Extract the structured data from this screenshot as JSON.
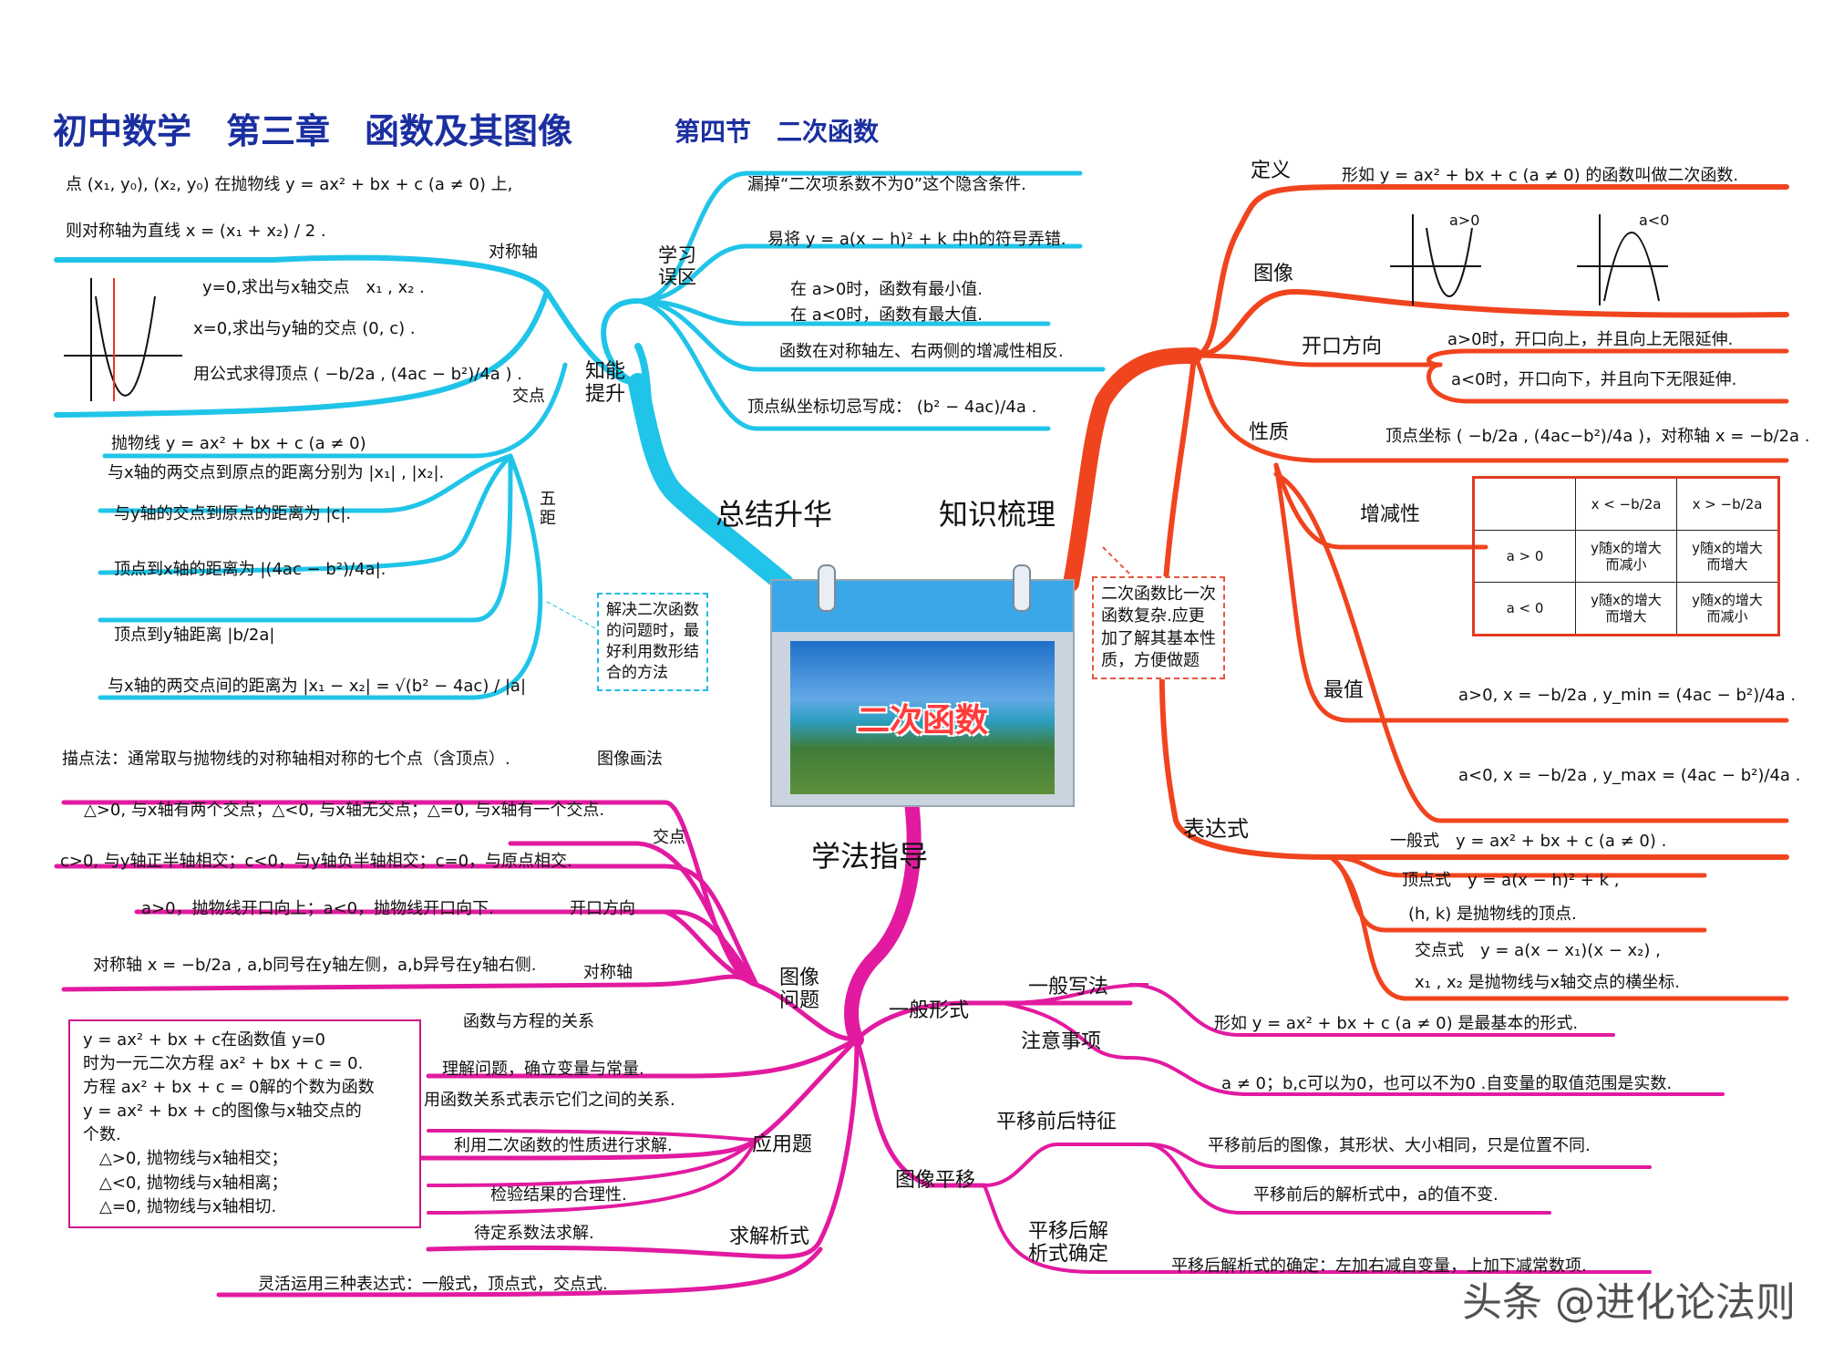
{
  "title": {
    "main": "初中数学　第三章　函数及其图像",
    "section": "第四节　二次函数"
  },
  "center": {
    "label": "二次函数"
  },
  "branches": {
    "summary": "总结升华",
    "knowledge": "知识梳理",
    "method": "学法指导"
  },
  "colors": {
    "cyan": "#20c4e8",
    "red": "#f0441f",
    "magenta": "#e21aa0",
    "title": "#1b2fa0"
  },
  "tl": {
    "symmetry_line1": "点 (x₁, y₀), (x₂, y₀) 在抛物线 y = ax² + bx + c (a ≠ 0) 上,",
    "symmetry_line2": "则对称轴为直线 x = (x₁ + x₂) / 2 .",
    "symmetry_label": "对称轴",
    "intersect1": "y=0,求出与x轴交点　x₁ , x₂ .",
    "intersect2": "x=0,求出与y轴的交点 (0, c) .",
    "intersect3": "用公式求得顶点 ( −b/2a , (4ac − b²)/4a ) .",
    "intersect_label": "交点",
    "ability": "知能\n提升",
    "dist1": "抛物线 y = ax² + bx + c (a ≠ 0)",
    "dist2": "与x轴的两交点到原点的距离分别为 |x₁| , |x₂|.",
    "dist3": "与y轴的交点到原点的距离为 |c|.",
    "dist4": "顶点到x轴的距离为 |(4ac − b²)/4a|.",
    "dist5": "顶点到y轴距离 |b/2a|",
    "dist6": "与x轴的两交点间的距离为 |x₁ − x₂| = √(b² − 4ac) / |a|",
    "five_dist": "五\n距",
    "note": "解决二次函数\n的问题时，最\n好利用数形结\n合的方法"
  },
  "mistakes": {
    "label": "学习\n误区",
    "m1": "漏掉“二次项系数不为0”这个隐含条件.",
    "m2": "易将 y = a(x − h)² + k 中h的符号弄错.",
    "m3": "在 a>0时，函数有最小值.",
    "m4": "在 a<0时，函数有最大值.",
    "m5": "函数在对称轴左、右两侧的增减性相反.",
    "m6": "顶点纵坐标切忌写成： (b² − 4ac)/4a ."
  },
  "right": {
    "def_label": "定义",
    "def_text": "形如 y = ax² + bx + c (a ≠ 0) 的函数叫做二次函数.",
    "graph_label": "图像",
    "graph_a_pos": "a>0",
    "graph_a_neg": "a<0",
    "open_label": "开口方向",
    "open1": "a>0时，开口向上，并且向上无限延伸.",
    "open2": "a<0时，开口向下，并且向下无限延伸.",
    "prop_label": "性质",
    "vertex_text": "顶点坐标 ( −b/2a , (4ac−b²)/4a )，对称轴 x = −b/2a .",
    "mono_label": "增减性",
    "table": [
      [
        "",
        "x < −b/2a",
        "x > −b/2a"
      ],
      [
        "a > 0",
        "y随x的增大\n而减小",
        "y随x的增大\n而增大"
      ],
      [
        "a < 0",
        "y随x的增大\n而增大",
        "y随x的增大\n而减小"
      ]
    ],
    "extreme_label": "最值",
    "ext1": "a>0, x = −b/2a , y_min = (4ac − b²)/4a .",
    "ext2": "a<0, x = −b/2a , y_max = (4ac − b²)/4a .",
    "expr_label": "表达式",
    "expr1": "一般式　y = ax² + bx + c (a ≠ 0) .",
    "expr2": "顶点式　y = a(x − h)² + k ,",
    "expr3": "(h, k) 是抛物线的顶点.",
    "expr4": "交点式　y = a(x − x₁)(x − x₂) ,",
    "expr5": "x₁ , x₂ 是抛物线与x轴交点的横坐标.",
    "red_note": "二次函数比一次\n函数复杂.应更\n加了解其基本性\n质，方便做题"
  },
  "bl": {
    "draw_text": "描点法：通常取与抛物线的对称轴相对称的七个点（含顶点）.",
    "draw_label": "图像画法",
    "delta": "△>0, 与x轴有两个交点；△<0, 与x轴无交点；△=0, 与x轴有一个交点.",
    "yint": "c>0, 与y轴正半轴相交；c<0，与y轴负半轴相交；c=0，与原点相交.",
    "intersect_label": "交点",
    "open": "a>0，抛物线开口向上；a<0，抛物线开口向下.",
    "open_label": "开口方向",
    "axis": "对称轴 x = −b/2a , a,b同号在y轴左侧，a,b异号在y轴右侧.",
    "axis_label": "对称轴",
    "graph_problem": "图像\n问题",
    "fe_label": "函数与方程的关系",
    "fe_box": "y = ax² + bx + c在函数值 y=0\n时为一元二次方程 ax² + bx + c = 0.\n方程 ax² + bx + c = 0解的个数为函数\ny = ax² + bx + c的图像与x轴交点的\n个数.\n　△>0, 抛物线与x轴相交；\n　△<0, 抛物线与x轴相离；\n　△=0, 抛物线与x轴相切.",
    "app1": "理解问题，确立变量与常量.",
    "app2": "用函数关系式表示它们之间的关系.",
    "app3": "利用二次函数的性质进行求解.",
    "app4": "检验结果的合理性.",
    "app_label": "应用题",
    "solve1": "待定系数法求解.",
    "solve2": "灵活运用三种表达式：一般式，顶点式，交点式.",
    "solve_label": "求解析式"
  },
  "br": {
    "general_form": "一般形式",
    "general_write": "一般写法",
    "general_text": "形如 y = ax² + bx + c (a ≠ 0) 是最基本的形式.",
    "note_label": "注意事项",
    "note_text": "a ≠ 0；b,c可以为0，也可以不为0 .自变量的取值范围是实数.",
    "shift_label": "图像平移",
    "shift_feature": "平移前后特征",
    "shift1": "平移前后的图像，其形状、大小相同，只是位置不同.",
    "shift2": "平移前后的解析式中，a的值不变.",
    "shift_after": "平移后解\n析式确定",
    "shift3": "平移后解析式的确定：左加右减自变量，上加下减常数项."
  },
  "watermark": "头条 @进化论法则"
}
